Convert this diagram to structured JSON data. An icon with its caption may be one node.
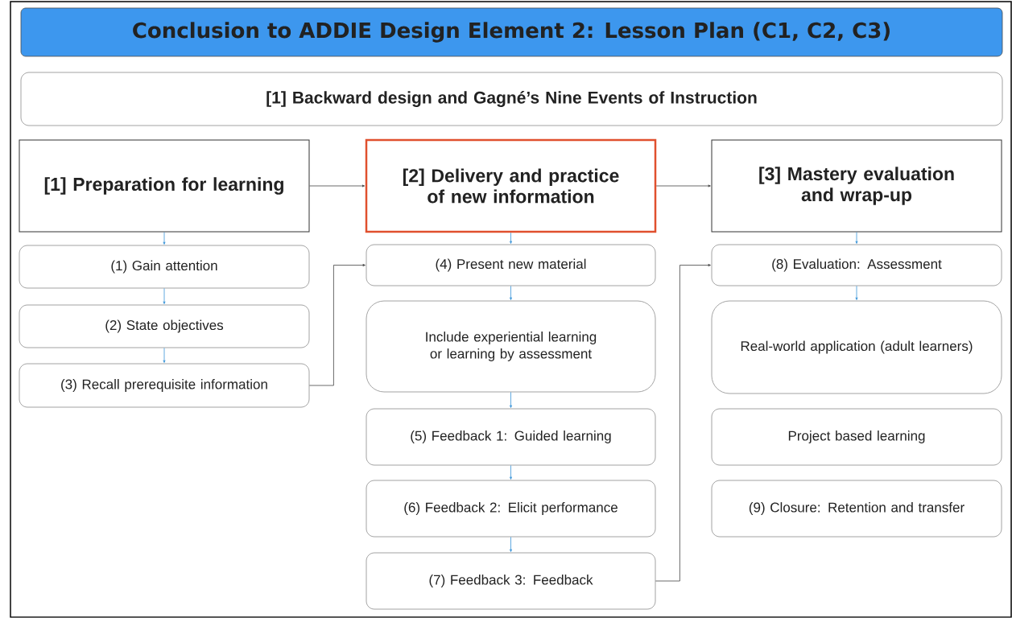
{
  "diagram": {
    "title": "Conclusion to ADDIE Design Element 2: Lesson Plan (C1, C2, C3)",
    "nodes": [
      {
        "text": [
          "[1] Backward design and Gagné’s Nine Events of Instruction"
        ]
      },
      {
        "text": [
          "[1] Preparation for learning"
        ]
      },
      {
        "text": [
          "[2] Delivery and practice of new information"
        ]
      },
      {
        "text": [
          "[3] Mastery evaluation and wrap-up"
        ]
      },
      {
        "text": [
          "(1) Gain attention"
        ]
      },
      {
        "text": [
          "(2) State objectives"
        ]
      },
      {
        "text": [
          "(3) Recall prerequisite information"
        ]
      },
      {
        "text": [
          "(4) Present new material"
        ]
      },
      {
        "text": [
          "Include experiential learning or learning by assessment"
        ]
      },
      {
        "text": [
          "(5) Feedback 1: Guided learning"
        ]
      },
      {
        "text": [
          "(6) Feedback 2: Elicit performance"
        ]
      },
      {
        "text": [
          "(7) Feedback 3: Feedback"
        ]
      },
      {
        "text": [
          "(8) Evaluation: Assessment"
        ]
      },
      {
        "text": [
          "Real-world application (adult learners)"
        ]
      },
      {
        "text": [
          "Project based learning"
        ]
      },
      {
        "text": [
          "(9) Closure: Retention and transfer"
        ]
      }
    ],
    "edges": [
      {
        "from": 1,
        "to": 2,
        "arrow": "to",
        "color": "#444444"
      },
      {
        "from": 2,
        "to": 3,
        "arrow": "to",
        "color": "#444444"
      },
      {
        "from": 1,
        "to": 4,
        "arrow": "to"
      },
      {
        "from": 4,
        "to": 5,
        "arrow": "to"
      },
      {
        "from": 5,
        "to": 6,
        "arrow": "to"
      },
      {
        "from": 6,
        "to": 7,
        "arrow": "to",
        "color": "#444444"
      },
      {
        "from": 2,
        "to": 7,
        "arrow": "to"
      },
      {
        "from": 7,
        "to": 8,
        "arrow": "to"
      },
      {
        "from": 8,
        "to": 9,
        "arrow": "to"
      },
      {
        "from": 9,
        "to": 10,
        "arrow": "to"
      },
      {
        "from": 10,
        "to": 11,
        "arrow": "to"
      },
      {
        "from": 11,
        "to": 12,
        "arrow": "to",
        "color": "#444444"
      },
      {
        "from": 3,
        "to": 12,
        "arrow": "to"
      },
      {
        "from": 12,
        "to": 13,
        "arrow": "to"
      }
    ]
  }
}
